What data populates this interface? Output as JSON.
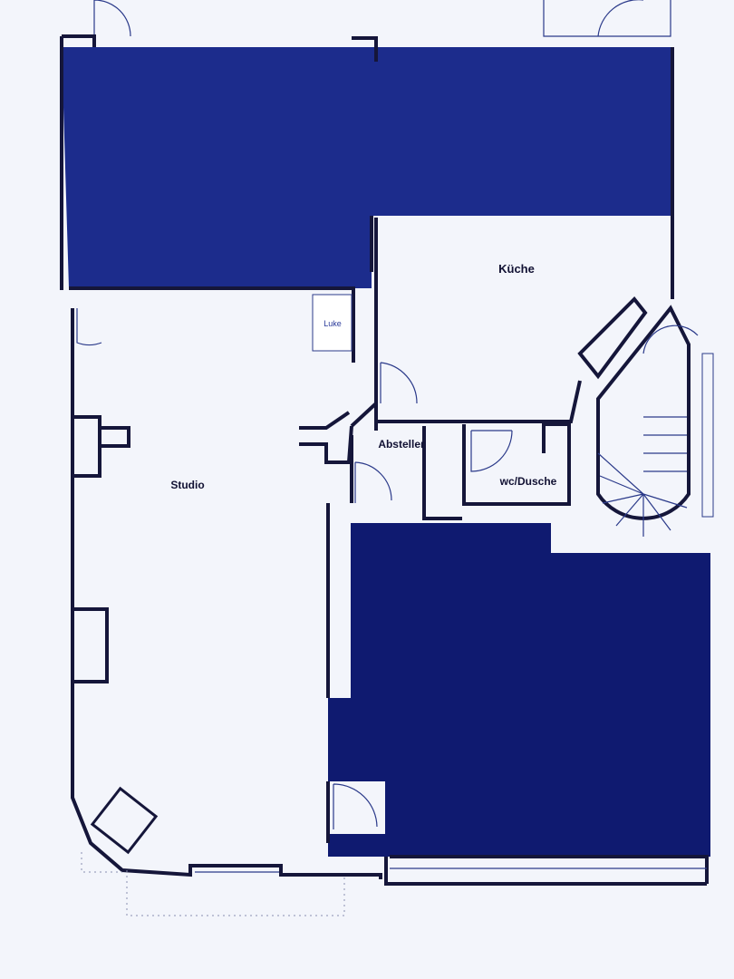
{
  "rooms": {
    "kitchen": "Küche",
    "hatch": "Luke",
    "storage": "Absteller",
    "wc": "wc/Dusche",
    "studio": "Studio"
  },
  "colors": {
    "area_top": "#1c2c8c",
    "area_bottom": "#0f1a70",
    "walls": "#15163a",
    "background": "#f3f5fb"
  }
}
